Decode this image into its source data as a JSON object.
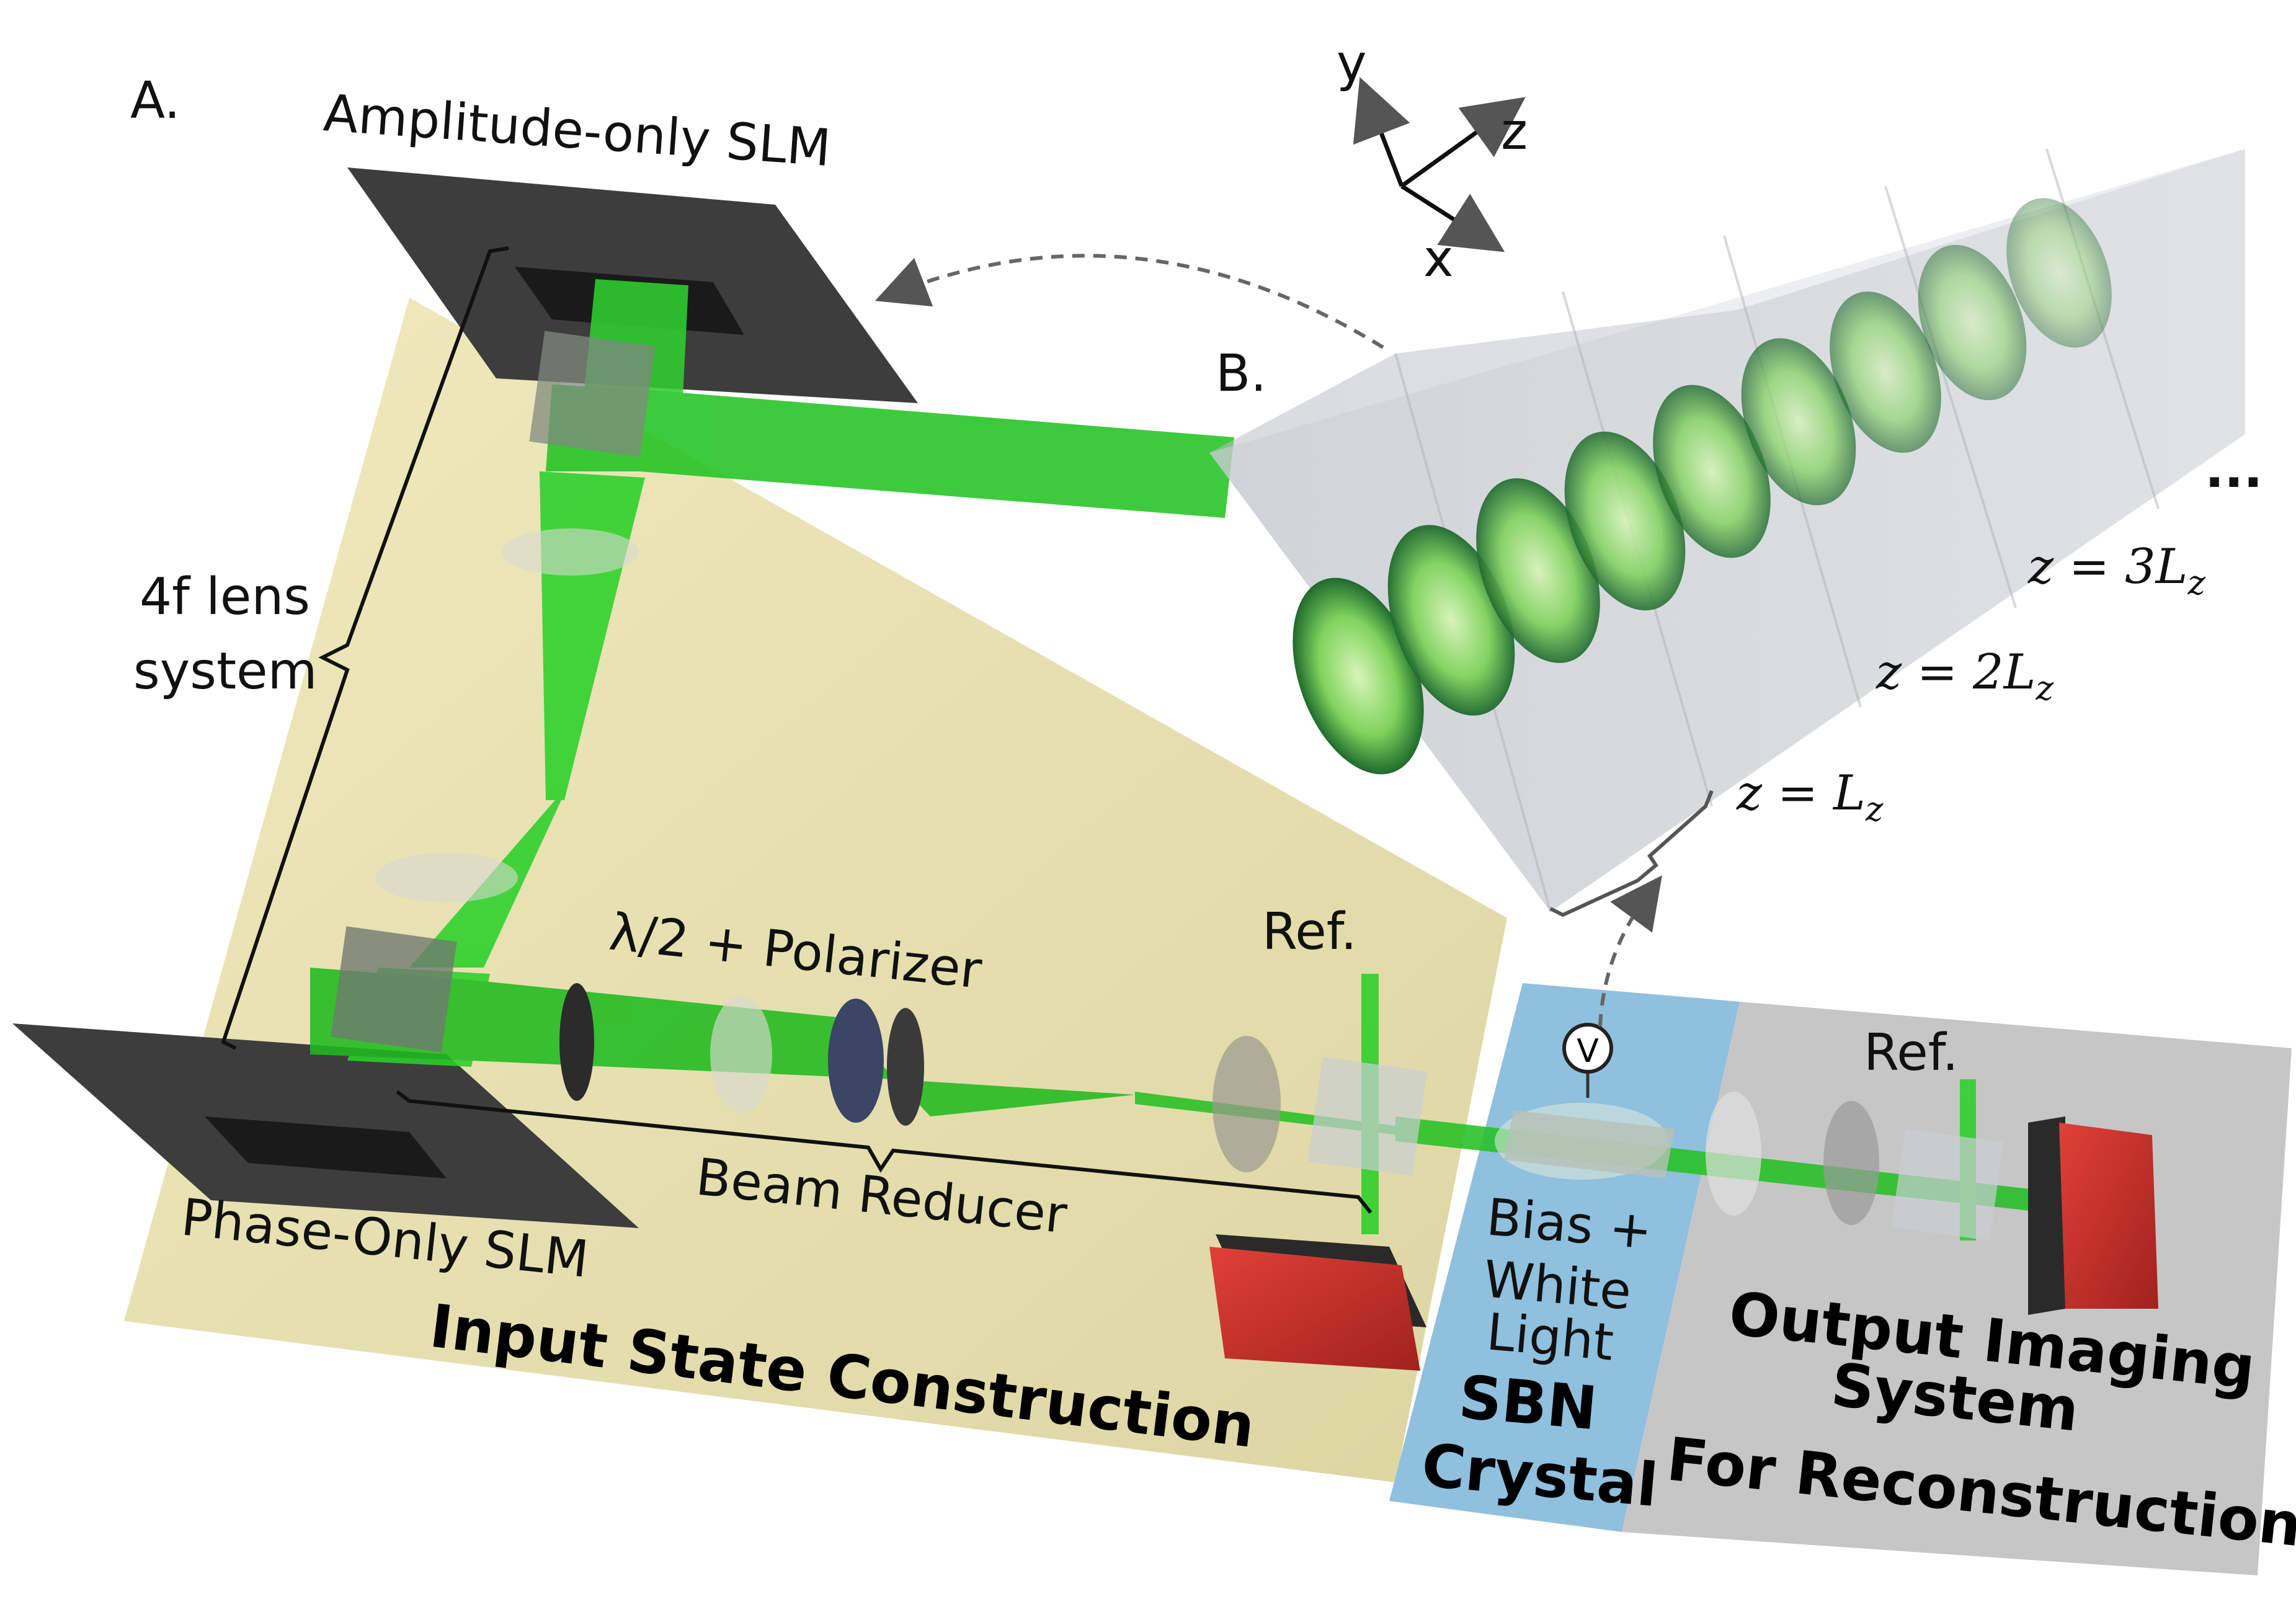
{
  "panels": {
    "a": "A.",
    "b": "B."
  },
  "labels": {
    "amplitude_slm": "Amplitude-only SLM",
    "phase_slm": "Phase-Only SLM",
    "lens_system_line1": "4f lens",
    "lens_system_line2": "system",
    "halfwave_polarizer": "λ/2 + Polarizer",
    "beam_reducer": "Beam Reducer",
    "ref_1": "Ref.",
    "ref_2": "Ref.",
    "bias_line1": "Bias +",
    "bias_line2": "White",
    "bias_line3": "Light",
    "voltage": "V",
    "sbn_line1": "SBN",
    "sbn_line2": "Crystal",
    "input_state": "Input State Construction",
    "output_line1": "Output Imaging",
    "output_line2": "System",
    "output_line3": "For Reconstruction",
    "ellipsis": "..."
  },
  "axes": {
    "y": "y",
    "z": "z",
    "x": "x"
  },
  "planes": {
    "z1": "z = L",
    "z2": "z = 2L",
    "z3": "z = 3L",
    "subscript": "z"
  },
  "colors": {
    "table": "#e8e2b0",
    "beam": "#22cc22",
    "sbn_panel": "#8fc0de",
    "output_panel": "#c6c6c6",
    "camera": "#c8302a",
    "slm": "#3a3a3a"
  }
}
